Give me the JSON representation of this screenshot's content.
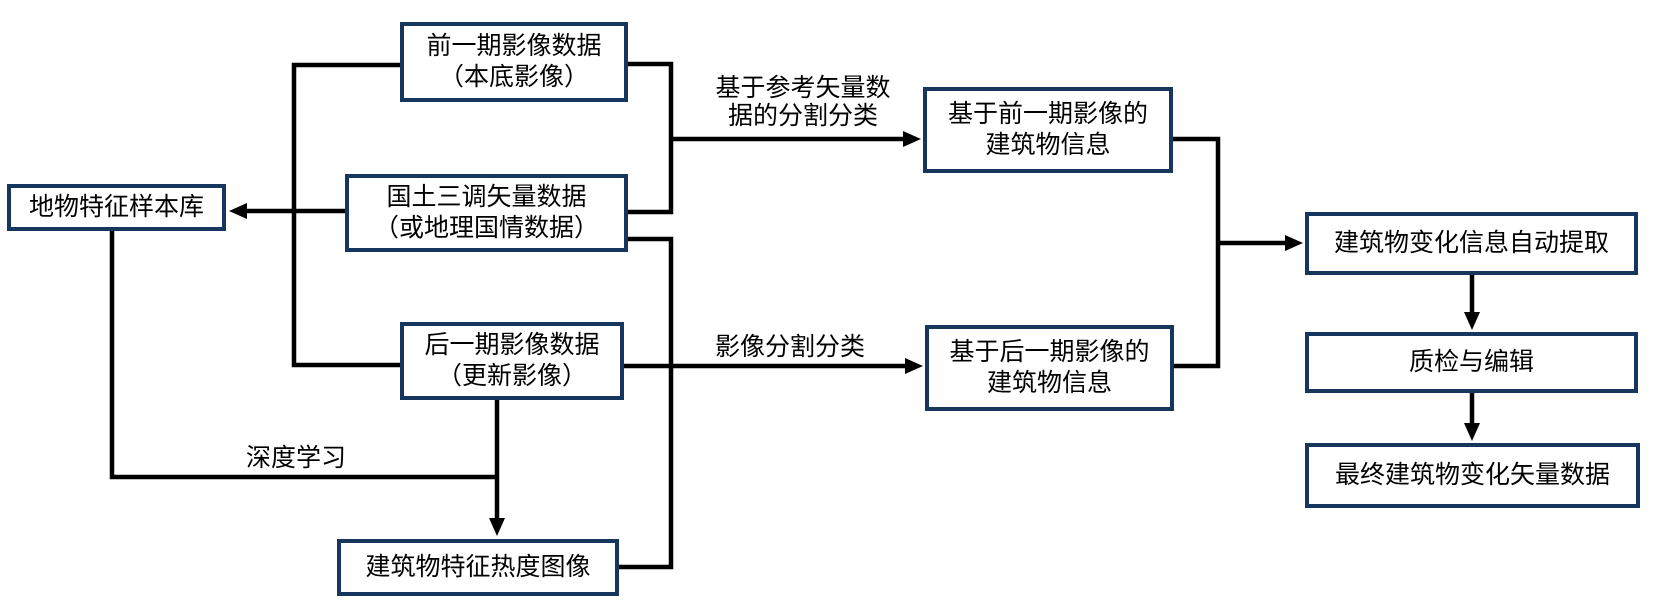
{
  "diagram": {
    "background": "#ffffff",
    "box_border_color": "#17365d",
    "connector_color": "#000000",
    "text_color": "#000000"
  },
  "nodes": {
    "prev_image": {
      "line1": "前一期影像数据",
      "line2": "（本底影像）"
    },
    "vector_data": {
      "line1": "国土三调矢量数据",
      "line2": "（或地理国情数据）"
    },
    "next_image": {
      "line1": "后一期影像数据",
      "line2": "（更新影像）"
    },
    "sample_library": {
      "line1": "地物特征样本库"
    },
    "prev_buildings": {
      "line1": "基于前一期影像的",
      "line2": "建筑物信息"
    },
    "next_buildings": {
      "line1": "基于后一期影像的",
      "line2": "建筑物信息"
    },
    "heatmap": {
      "line1": "建筑物特征热度图像"
    },
    "auto_extract": {
      "line1": "建筑物变化信息自动提取"
    },
    "qc_edit": {
      "line1": "质检与编辑"
    },
    "final_vector": {
      "line1": "最终建筑物变化矢量数据"
    }
  },
  "edge_labels": {
    "ref_vector_seg": {
      "line1": "基于参考矢量数",
      "line2": "据的分割分类"
    },
    "image_seg": {
      "line1": "影像分割分类"
    },
    "deep_learning": {
      "line1": "深度学习"
    }
  }
}
